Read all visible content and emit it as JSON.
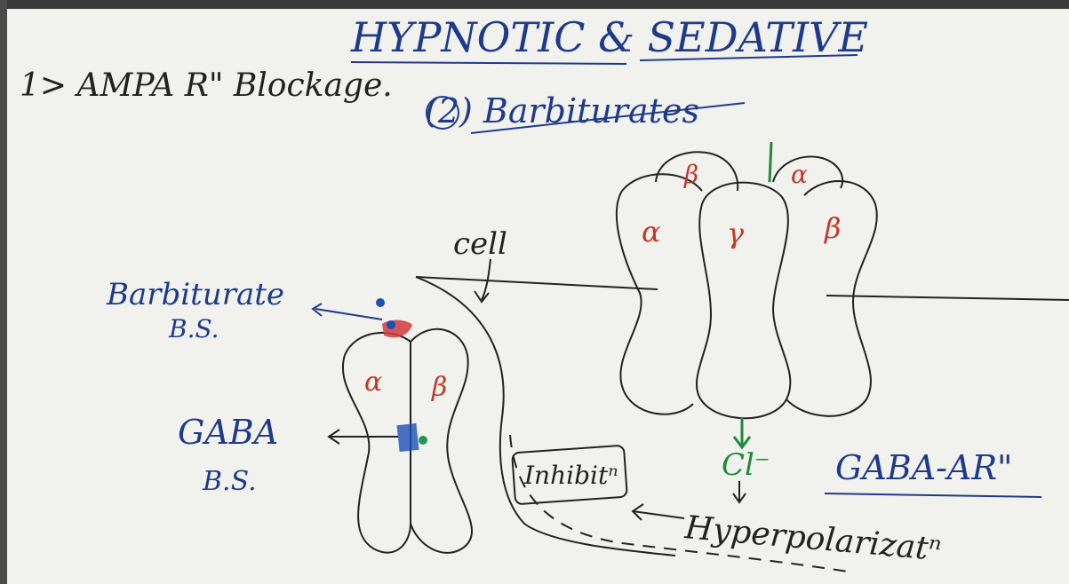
{
  "board": {
    "title": "HYPNOTIC & SEDATIVE",
    "point_1": "1> AMPA R\" Blockage.",
    "point_2": "(2) Barbiturates",
    "left_diagram": {
      "barbiturate_label": "Barbiturate",
      "barbiturate_bs": "B.S.",
      "gaba_label": "GABA",
      "gaba_bs": "B.S.",
      "alpha": "α",
      "beta": "β"
    },
    "cell_label": "cell",
    "receptor": {
      "beta_top": "β",
      "alpha_top": "α",
      "alpha_left": "α",
      "gamma": "γ",
      "beta_right": "β",
      "name": "GABA-AR\""
    },
    "ion": "Cl⁻",
    "inhibition": "Inhibitⁿ",
    "hyperpolarization": "Hyperpolarizatⁿ"
  },
  "colors": {
    "board": "#f1f2ee",
    "ink_black": "#222222",
    "ink_blue": "#1f3a8a",
    "ink_red": "#c0392b",
    "ink_green": "#1e8a3a",
    "marker_red": "#d23a3a",
    "marker_blue": "#1d4fb8",
    "marker_green": "#1f9a4a"
  }
}
